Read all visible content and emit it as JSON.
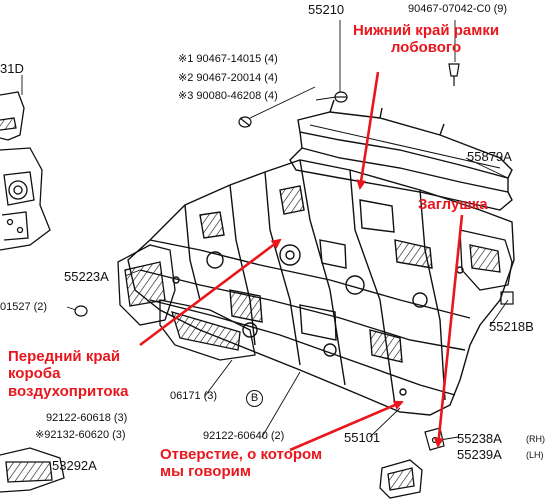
{
  "part_labels": {
    "p55210": "55210",
    "p90467_07042": "90467-07042-C0 (9)",
    "p31d": "31D",
    "star1": "※1 90467-14015 (4)",
    "star2": "※2 90467-20014 (4)",
    "star3": "※3 90080-46208 (4)",
    "p55879a": "55879A",
    "p55223a": "55223A",
    "p01527": "01527 (2)",
    "p55218b": "55218B",
    "p06171": "06171 (3)",
    "circle_b": "B",
    "p92122_60618": "92122-60618 (3)",
    "p92132_60620": "※92132-60620 (3)",
    "p92122_60640": "92122-60640 (2)",
    "p55101": "55101",
    "p55238a": "55238A",
    "p55238a_side": "(RH)",
    "p55239a": "55239A",
    "p55239a_side": "(LH)",
    "p53292a": "53292A"
  },
  "annotations": {
    "lower_frame_line1": "Нижний край рамки",
    "lower_frame_line2": "лобового",
    "plug": "Заглушка",
    "front_edge_line1": "Передний край",
    "front_edge_line2": "короба",
    "front_edge_line3": "воздухопритока",
    "hole_line1": "Отверстие, о котором",
    "hole_line2": "мы говорим"
  },
  "colors": {
    "annotation": "#e8171d",
    "line_art": "#111111"
  }
}
